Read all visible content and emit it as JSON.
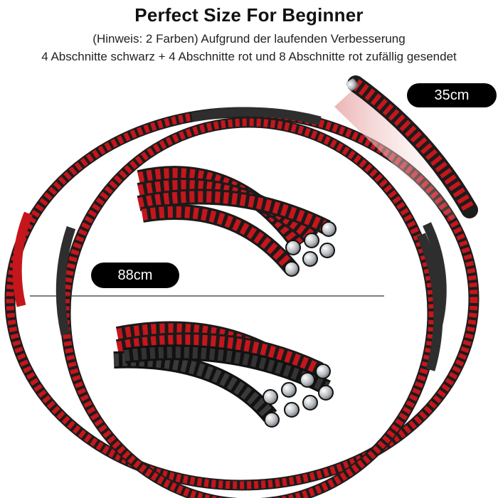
{
  "header": {
    "title": "Perfect Size For Beginner",
    "note_line1": "(Hinweis: 2 Farben) Aufgrund der laufenden Verbesserung",
    "note_line2": "4 Abschnitte schwarz + 4 Abschnitte rot und 8 Abschnitte rot zufällig gesendet"
  },
  "labels": {
    "diameter": "88cm",
    "segment_length": "35cm"
  },
  "colors": {
    "red": "#c4161c",
    "black": "#2b2b2b",
    "steel": "#c9ccd0",
    "highlight": "#f3c9c9"
  }
}
